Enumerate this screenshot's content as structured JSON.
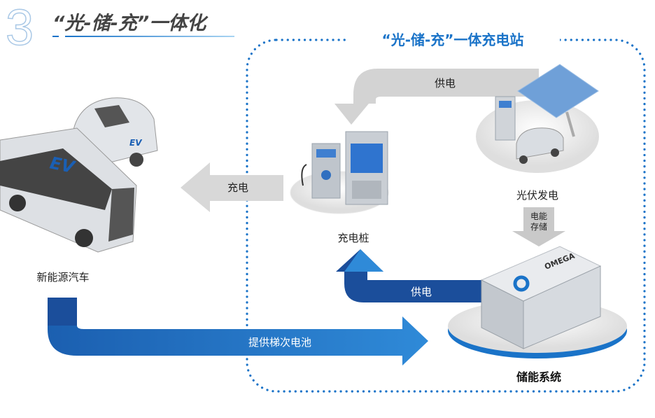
{
  "section_number": "3",
  "title": "“光-储-充”一体化",
  "station_title": "“光-储-充”一体充电站",
  "arrows": {
    "top_supply": "供电",
    "charge": "充电",
    "storage_line1": "电能",
    "storage_line2": "存储",
    "bottom_supply": "供电",
    "battery": "提供梯次电池"
  },
  "nodes": {
    "pile": "充电桩",
    "solar": "光伏发电",
    "storage": "储能系统",
    "vehicle": "新能源汽车"
  },
  "vehicle_badge": "EV",
  "container_logo": "OMEGA",
  "colors": {
    "accent": "#1a73c8",
    "dark_blue": "#1b4e9b",
    "gray_arrow": "#d0d0d0"
  }
}
